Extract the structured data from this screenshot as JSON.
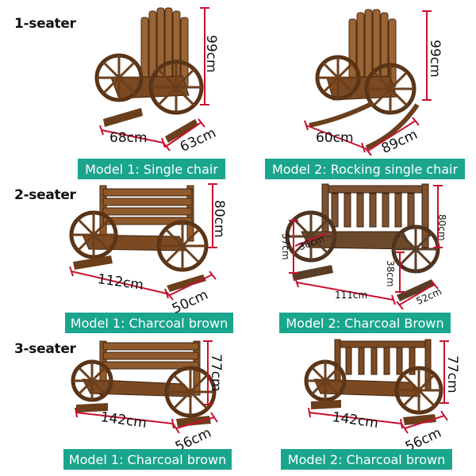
{
  "sections": {
    "one_seater": "1-seater",
    "two_seater": "2-seater",
    "three_seater": "3-seater"
  },
  "row1": {
    "left": {
      "banner": "Model 1: Single chair",
      "height": "99cm",
      "width": "68cm",
      "depth": "63cm"
    },
    "right": {
      "banner": "Model 2: Rocking single chair",
      "height": "99cm",
      "width": "60cm",
      "depth": "89cm"
    }
  },
  "row2": {
    "left": {
      "banner": "Model 1: Charcoal brown",
      "height": "80cm",
      "width": "112cm",
      "depth": "50cm"
    },
    "right": {
      "banner": "Model 2: Charcoal Brown",
      "height": "80cm",
      "seat_height": "57cm",
      "wheel": "36cm",
      "arm": "38cm",
      "width": "111cm",
      "depth": "52cm"
    }
  },
  "row3": {
    "left": {
      "banner": "Model 1: Charcoal brown",
      "height": "77cm",
      "width": "142cm",
      "depth": "56cm"
    },
    "right": {
      "banner": "Model 2: Charcoal brown",
      "height": "77cm",
      "width": "142cm",
      "depth": "56cm"
    }
  },
  "colors": {
    "banner": "#1aa58d",
    "dimension_line": "#c8102e",
    "wood": "#8a5a30",
    "wood_dark": "#4a2a12"
  }
}
